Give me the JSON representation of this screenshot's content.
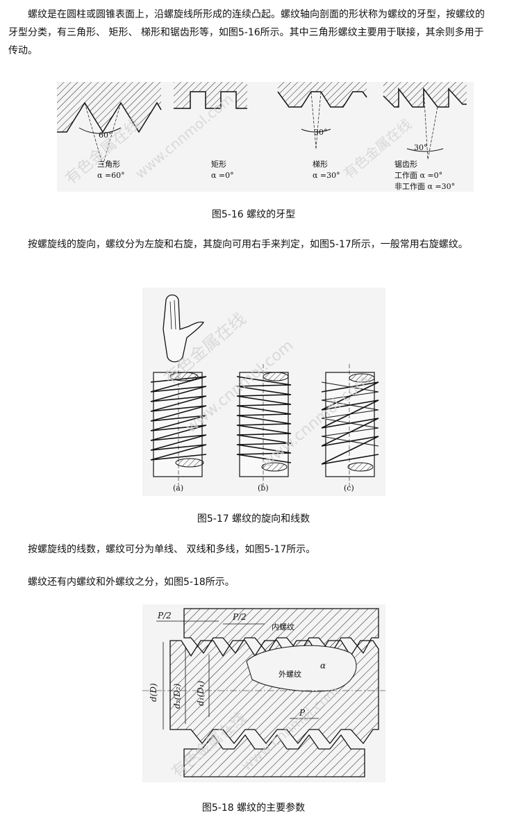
{
  "paragraphs": {
    "p1": "螺纹是在圆柱或圆锥表面上，沿螺旋线所形成的连续凸起。螺纹轴向剖面的形状称为螺纹的牙型，按螺纹的牙型分类，有三角形、 矩形、 梯形和锯齿形等，如图5-16所示。其中三角形螺纹主要用于联接，其余则多用于传动。",
    "p2": "按螺旋线的旋向，螺纹分为左旋和右旋，其旋向可用右手来判定，如图5-17所示，一般常用右旋螺纹。",
    "p3": "按螺旋线的线数，螺纹可分为单线、 双线和多线，如图5-17所示。",
    "p4": "螺纹还有内螺纹和外螺纹之分，如图5-18所示。"
  },
  "captions": {
    "fig16": "图5-16 螺纹的牙型",
    "fig17": "图5-17 螺纹的旋向和线数",
    "fig18": "图5-18 螺纹的主要参数"
  },
  "fig16": {
    "triangle": {
      "angle": "60°",
      "name": "三角形",
      "alpha": "α =60°"
    },
    "rectangle": {
      "name": "矩形",
      "alpha": "α =0°"
    },
    "trapezoid": {
      "angle": "30°",
      "name": "梯形",
      "alpha": "α =30°"
    },
    "sawtooth": {
      "angle": "30°",
      "name": "锯齿形",
      "work": "工作面 α =0°",
      "nonwork": "非工作面 α =30°"
    }
  },
  "fig17": {
    "labels": [
      "(a)",
      "(b)",
      "(c)"
    ]
  },
  "fig18": {
    "p_half_1": "P/2",
    "p_half_2": "P/2",
    "internal": "内螺纹",
    "external": "外螺纹",
    "alpha": "α",
    "d": "d(D)",
    "d2": "d₂(D₂)",
    "d1": "d₁(D₁)",
    "p": "P"
  },
  "watermark": {
    "brand": "有色金属在线",
    "site": "www.cnnmol.com"
  }
}
